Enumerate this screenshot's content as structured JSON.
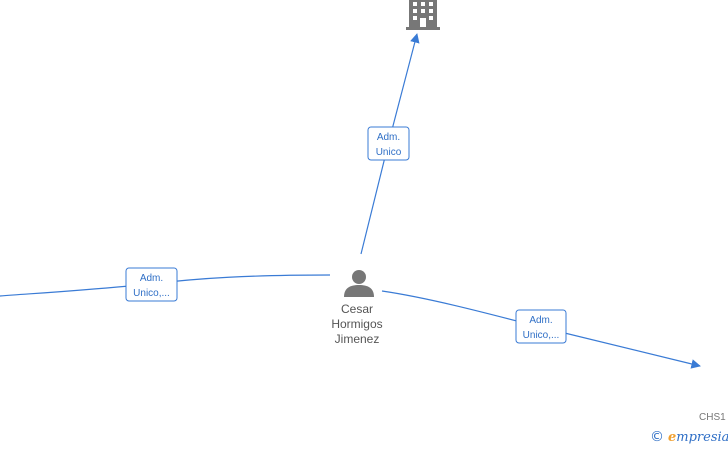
{
  "nodes": {
    "person": {
      "name_lines": [
        "Cesar",
        "Hormigos",
        "Jimenez"
      ]
    },
    "company_top": {
      "icon": "building-icon"
    },
    "company_right_cut": {
      "label": "CHS1"
    }
  },
  "edges": [
    {
      "id": "edge-top",
      "label_lines": [
        "Adm.",
        "Unico"
      ]
    },
    {
      "id": "edge-left",
      "label_lines": [
        "Adm.",
        "Unico,..."
      ]
    },
    {
      "id": "edge-right",
      "label_lines": [
        "Adm.",
        "Unico,..."
      ]
    }
  ],
  "watermark": {
    "copyright": "©",
    "brand_initial": "e",
    "brand_rest": "mpresia"
  },
  "colors": {
    "edge": "#3a7bd5",
    "node_icon": "#777777"
  }
}
